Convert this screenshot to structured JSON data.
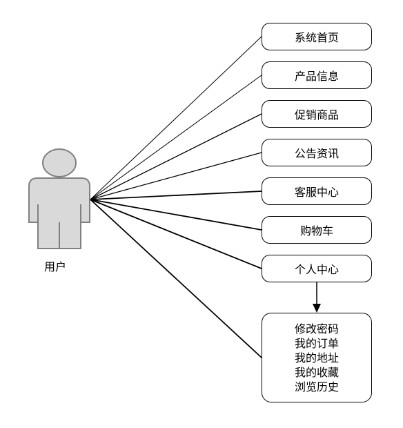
{
  "actor": {
    "label": "用户",
    "icon": "user-actor-icon",
    "fill": "#d9d9d9",
    "stroke": "#808080"
  },
  "use_cases": [
    {
      "label": "系统首页"
    },
    {
      "label": "产品信息"
    },
    {
      "label": "促销商品"
    },
    {
      "label": "公告资讯"
    },
    {
      "label": "客服中心"
    },
    {
      "label": "购物车"
    },
    {
      "label": "个人中心"
    }
  ],
  "personal_center_items": [
    "修改密码",
    "我的订单",
    "我的地址",
    "我的收藏",
    "浏览历史"
  ]
}
